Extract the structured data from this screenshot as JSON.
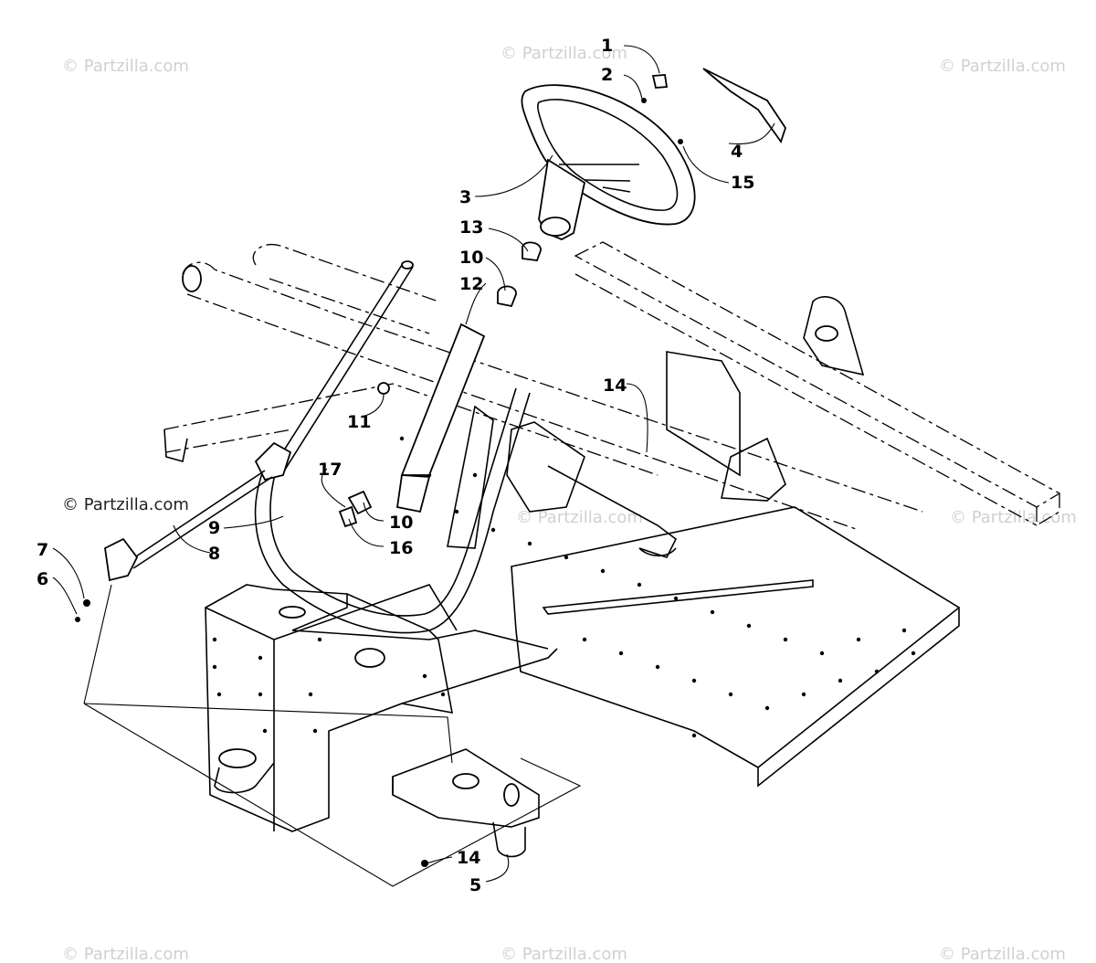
{
  "watermark": "© Partzilla.com",
  "callouts": [
    "1",
    "2",
    "3",
    "4",
    "5",
    "6",
    "7",
    "8",
    "9",
    "10",
    "10",
    "11",
    "12",
    "13",
    "14",
    "14",
    "15",
    "16",
    "17"
  ]
}
